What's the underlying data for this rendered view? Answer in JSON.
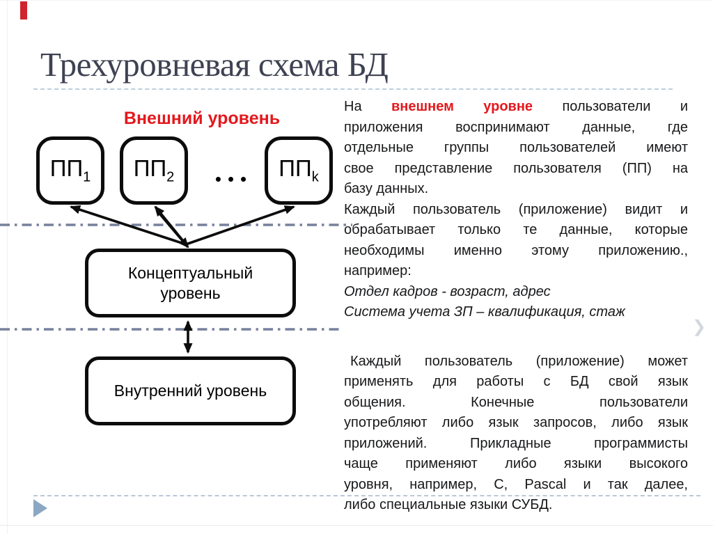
{
  "slide": {
    "title": "Трехуровневая схема БД",
    "colors": {
      "title_text": "#3e4252",
      "accent_red": "#e4181d",
      "ribbon_red": "#d1232b",
      "dashdot_line": "#77819b",
      "light_dashed_line": "#b8c8d7",
      "triangle_blue": "#8ba7c3",
      "box_border_black": "#0c0c0c"
    },
    "nav": {
      "chevron": "❯"
    }
  },
  "diagram": {
    "external_level_label": "Внешний уровень",
    "pp_boxes": [
      {
        "label": "ПП",
        "sub": "1"
      },
      {
        "label": "ПП",
        "sub": "2"
      },
      {
        "label": "ПП",
        "sub": "k"
      }
    ],
    "ellipsis": "•••",
    "conceptual_level_line1": "Концептуальный",
    "conceptual_level_line2": "уровень",
    "internal_level_label": "Внутренний уровень"
  },
  "text_panel": {
    "p1": {
      "lead": "На",
      "highlight": "внешнем уровне",
      "rest": "пользователи и",
      "lines": [
        "приложения воспринимают данные, где",
        "отдельные группы пользователей имеют",
        "свое представление пользователя (ПП) на",
        "базу данных."
      ]
    },
    "p2": [
      "Каждый пользователь (приложение) видит и",
      "обрабатывает только те данные, которые",
      "необходимы именно этому приложению.,",
      "например:"
    ],
    "p3": "Отдел кадров - возраст, адрес",
    "p4": "Система учета ЗП – квалификация, стаж",
    "p5": [
      "Каждый пользователь (приложение) может",
      "применять для работы с БД свой язык",
      "общения. Конечные пользователи",
      "употребляют либо язык запросов, либо язык",
      "приложений. Прикладные программисты",
      "чаще применяют либо языки высокого",
      "уровня, например, C, Pascal и так далее,",
      "либо специальные языки СУБД."
    ]
  }
}
